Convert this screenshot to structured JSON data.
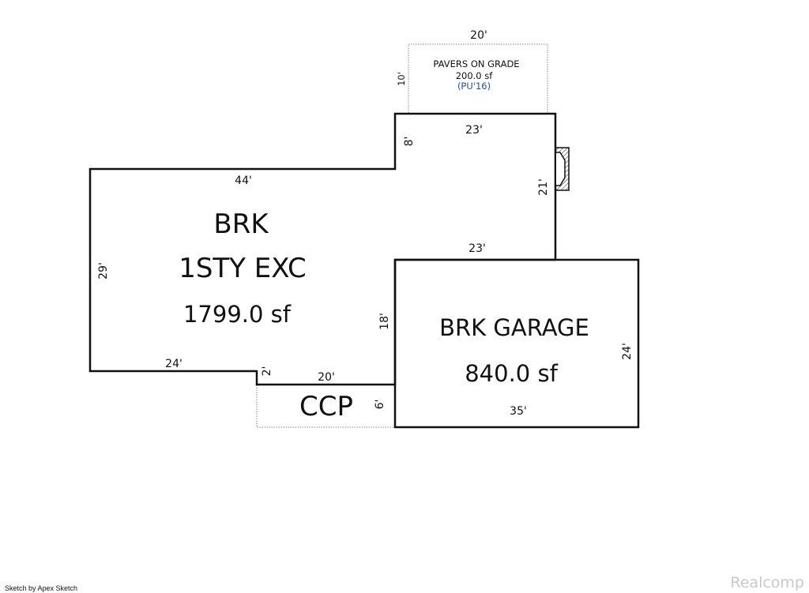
{
  "main_area": {
    "line1": "BRK",
    "line2": "1STY EXC",
    "area": "1799.0 sf"
  },
  "garage": {
    "line1": "BRK GARAGE",
    "area": "840.0 sf"
  },
  "ccp": {
    "label": "CCP"
  },
  "pavers": {
    "label": "PAVERS ON GRADE",
    "area": "200.0 sf",
    "code": "(PU'16)",
    "code_color": "#1f4e9a"
  },
  "dimensions": {
    "pavers_width": "20'",
    "pavers_depth": "10'",
    "top_right_width": "23'",
    "top_right_step": "8'",
    "right_side": "21'",
    "main_top": "44'",
    "main_left": "29'",
    "mid_right_width": "23'",
    "garage_left": "18'",
    "garage_right": "24'",
    "main_bottom": "24'",
    "ccp_step": "2'",
    "ccp_width": "20'",
    "ccp_depth": "6'",
    "garage_bottom": "35'"
  },
  "footer": {
    "credit": "Sketch by Apex Sketch",
    "brand": "Realcomp"
  }
}
